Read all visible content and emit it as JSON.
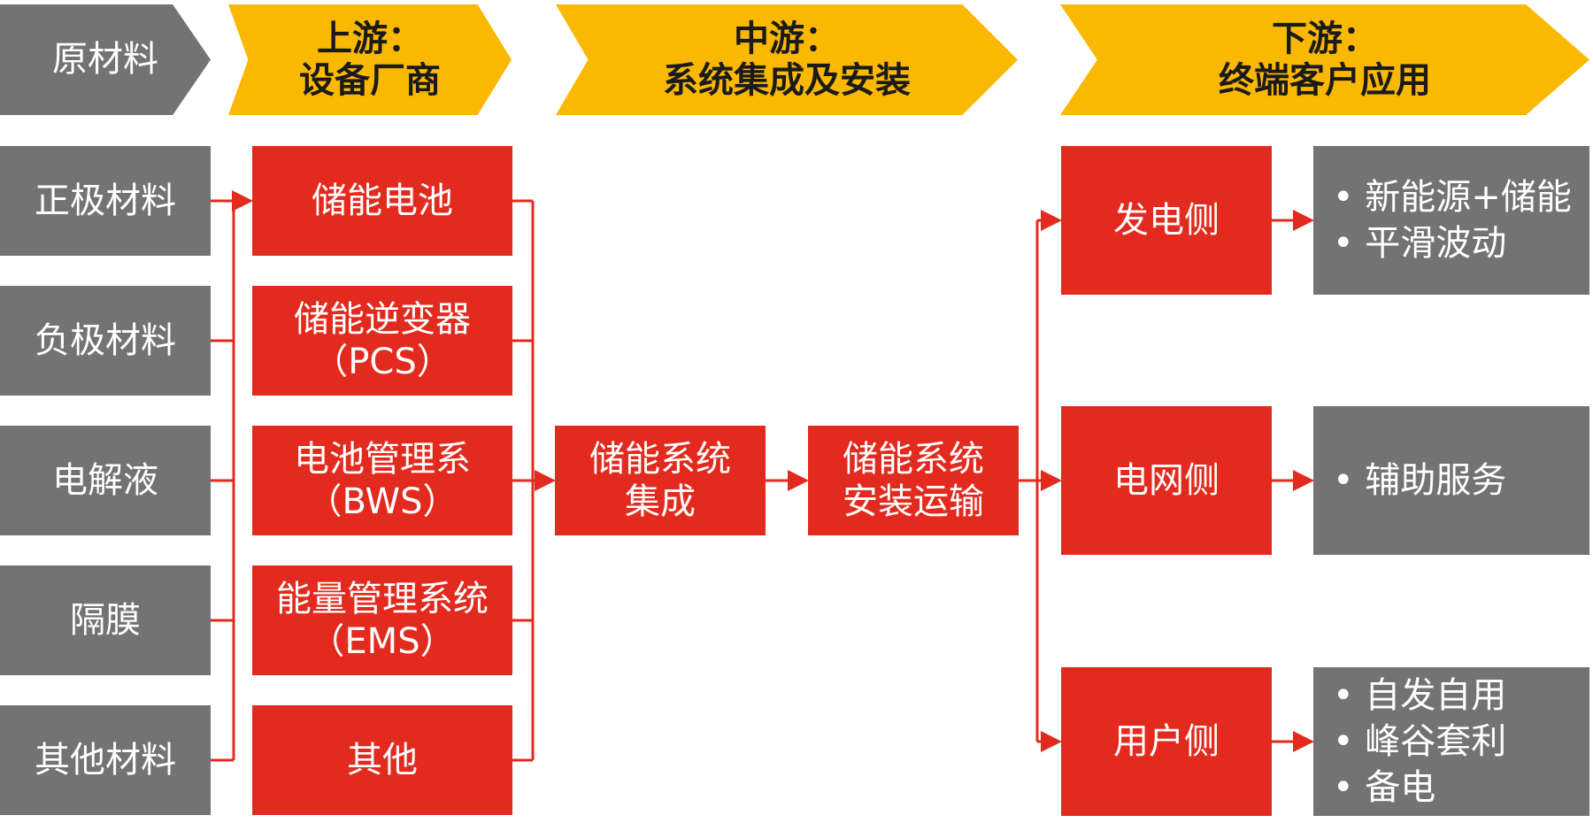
{
  "headers": {
    "raw": "原材料",
    "upstream": "上游：\n设备厂商",
    "midstream": "中游：\n系统集成及安装",
    "downstream": "下游：\n终端客户应用"
  },
  "materials": [
    "正极材料",
    "负极材料",
    "电解液",
    "隔膜",
    "其他材料"
  ],
  "equipment": [
    "储能电池",
    "储能逆变器\n（PCS）",
    "电池管理系\n（BWS）",
    "能量管理系统\n（EMS）",
    "其他"
  ],
  "midstream": {
    "integration": "储能系统\n集成",
    "installation": "储能系统\n安装运输"
  },
  "sides": [
    "发电侧",
    "电网侧",
    "用户侧"
  ],
  "applications": [
    [
      "• 新能源+储能",
      "• 平滑波动"
    ],
    [
      "• 辅助服务"
    ],
    [
      "• 自发自用",
      "• 峰谷套利",
      "• 备电"
    ]
  ],
  "colors": {
    "red": "#e22b1e",
    "gray": "#737373",
    "gold": "#fbb800"
  }
}
